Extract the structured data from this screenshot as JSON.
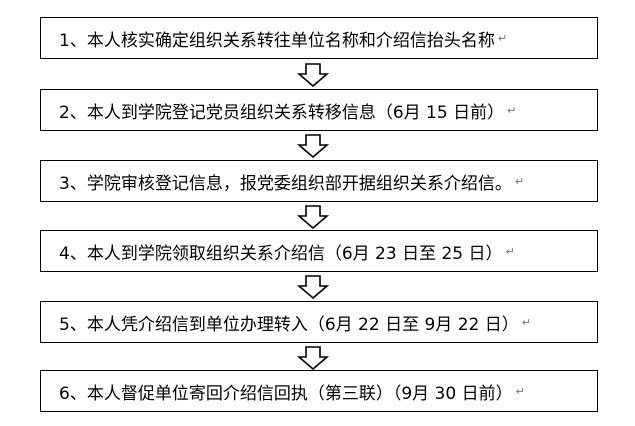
{
  "flowchart": {
    "steps": [
      {
        "text": "1、本人核实确定组织关系转往单位名称和介绍信抬头名称",
        "mark": "↵"
      },
      {
        "text": "2、本人到学院登记党员组织关系转移信息（6月 15 日前）",
        "mark": "↵"
      },
      {
        "text": "3、学院审核登记信息，报党委组织部开据组织关系介绍信。",
        "mark": "↵"
      },
      {
        "text": "4、本人到学院领取组织关系介绍信（6月 23 日至 25 日）",
        "mark": "↵"
      },
      {
        "text": "5、本人凭介绍信到单位办理转入（6月 22 日至 9月 22 日）",
        "mark": "↵"
      },
      {
        "text": "6、本人督促单位寄回介绍信回执（第三联）（9月 30 日前）",
        "mark": "↵"
      }
    ],
    "arrow_icon": "down-arrow-outline-icon",
    "colors": {
      "border": "#000000",
      "background": "#ffffff"
    }
  }
}
